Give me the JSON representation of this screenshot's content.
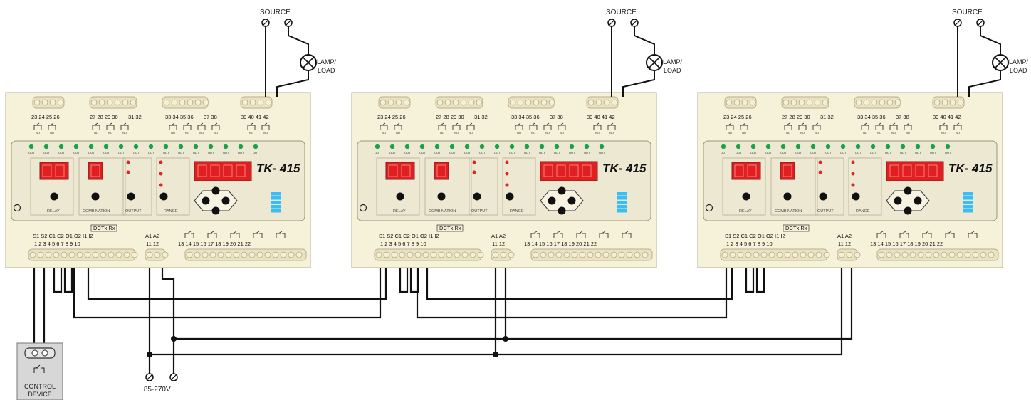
{
  "source_label": "SOURCE",
  "lamp_label_line1": "LAMP/",
  "lamp_label_line2": "LOAD",
  "supply_label": "~85-270V",
  "control_device": {
    "line1": "CONTROL",
    "line2": "DEVICE"
  },
  "device": {
    "model": "TK- 415",
    "top_terminals": [
      "23 24 25 26",
      "27 28 29 30",
      "31 32",
      "33 34 35 36",
      "37 38",
      "39 40 41 42"
    ],
    "bottom_terminals_left": "S1 S2 C1 C2 O1 O2 I1 I2",
    "bottom_nums_left": "1  2  3  4  5  6  7  8  9  10",
    "dc_label": "DC",
    "rs485_label": "Tx  Rx",
    "supply_terminals": "A1 A2",
    "supply_nums": "11 12",
    "bottom_nums_right": "13 14 15 16 17 18 19 20 21 22",
    "section_labels": [
      "RELAY",
      "COMBINATION",
      "OUTPUT",
      "RANGE"
    ]
  },
  "colors": {
    "panel": "#f6f1d9",
    "panel_dark": "#eae2c0",
    "display_red": "#e02020",
    "led_green": "#16a34a",
    "led_red": "#dc2626",
    "bar_blue": "#38bdf8",
    "wire": "#111111"
  }
}
